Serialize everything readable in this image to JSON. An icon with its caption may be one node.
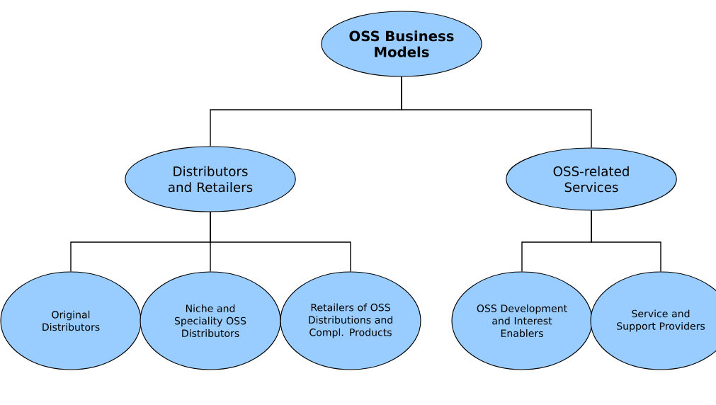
{
  "diagram": {
    "nodes": [
      {
        "text": [
          "OSS Business Models"
        ]
      },
      {
        "text": [
          "Distributors and Retailers"
        ]
      },
      {
        "text": [
          "OSS-related Services"
        ]
      },
      {
        "text": [
          "Original Distributors"
        ]
      },
      {
        "text": [
          "Niche and Speciality OSS Distributors"
        ]
      },
      {
        "text": [
          "Retailers of OSS Distributions and Compl. Products"
        ]
      },
      {
        "text": [
          "OSS Development and Interest Enablers"
        ]
      },
      {
        "text": [
          "Service and Support Providers"
        ]
      }
    ],
    "edges": [
      {
        "from": 0,
        "to": 1,
        "arrow": "none"
      },
      {
        "from": 0,
        "to": 2,
        "arrow": "none"
      },
      {
        "from": 1,
        "to": 3,
        "arrow": "none"
      },
      {
        "from": 1,
        "to": 4,
        "arrow": "none"
      },
      {
        "from": 1,
        "to": 5,
        "arrow": "none"
      },
      {
        "from": 2,
        "to": 6,
        "arrow": "none"
      },
      {
        "from": 2,
        "to": 7,
        "arrow": "none"
      }
    ]
  }
}
